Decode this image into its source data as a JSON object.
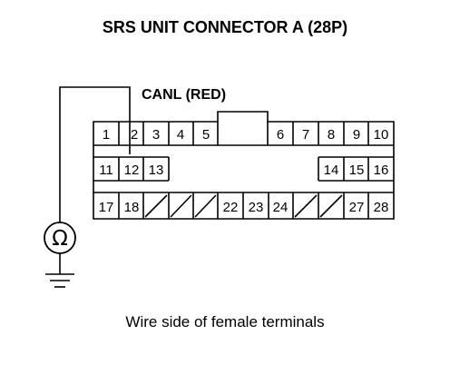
{
  "title": "SRS UNIT CONNECTOR A (28P)",
  "wire_label": "CANL (RED)",
  "caption": "Wire side of female terminals",
  "meter_symbol": "Ω",
  "connector": {
    "row1": [
      "1",
      "2",
      "3",
      "4",
      "5",
      "6",
      "7",
      "8",
      "9",
      "10"
    ],
    "row2": [
      "11",
      "12",
      "13",
      "14",
      "15",
      "16"
    ],
    "row3": [
      "17",
      "18",
      "22",
      "23",
      "24",
      "27",
      "28"
    ]
  }
}
